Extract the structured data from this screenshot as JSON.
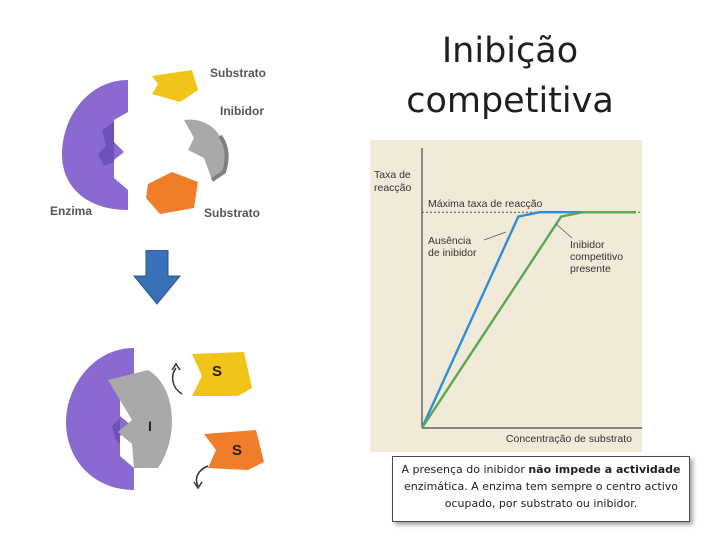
{
  "title": {
    "line1": "Inibição",
    "line2": "competitiva"
  },
  "diagram_top": {
    "label_substrato_top": "Substrato",
    "label_inibidor": "Inibidor",
    "label_enzima": "Enzima",
    "label_substrato_bottom": "Substrato"
  },
  "diagram_bottom": {
    "label_s1": "S",
    "label_i": "I",
    "label_s2": "S"
  },
  "chart_data": {
    "type": "line",
    "ylabel": "Taxa de reacção",
    "xlabel": "Concentração de substrato",
    "max_label": "Máxima taxa de reacção",
    "series": [
      {
        "name": "Ausência de inibidor",
        "color": "#2e8fd6",
        "points": [
          [
            0,
            0
          ],
          [
            0.45,
            0.98
          ],
          [
            0.55,
            1
          ],
          [
            1,
            1
          ]
        ]
      },
      {
        "name": "Inibidor competitivo presente",
        "color": "#5aa850",
        "points": [
          [
            0,
            0
          ],
          [
            0.65,
            0.98
          ],
          [
            0.75,
            1
          ],
          [
            1,
            1
          ]
        ]
      }
    ],
    "annotations": {
      "absence": [
        "Ausência",
        "de inibidor"
      ],
      "competitive": [
        "Inibidor",
        "competitivo",
        "presente"
      ]
    },
    "grid": false
  },
  "caption": {
    "part1": "A presença do inibidor ",
    "bold": "não impede a actividade",
    "part2": " enzimática. A enzima tem sempre o centro activo ocupado, por substrato ou inibidor."
  },
  "colors": {
    "enzyme": "#8a6ad0",
    "substrate_top": "#f2c419",
    "substrate_bottom": "#f07d2a",
    "inhibitor": "#a9a9a9",
    "arrow": "#3a70b8"
  }
}
